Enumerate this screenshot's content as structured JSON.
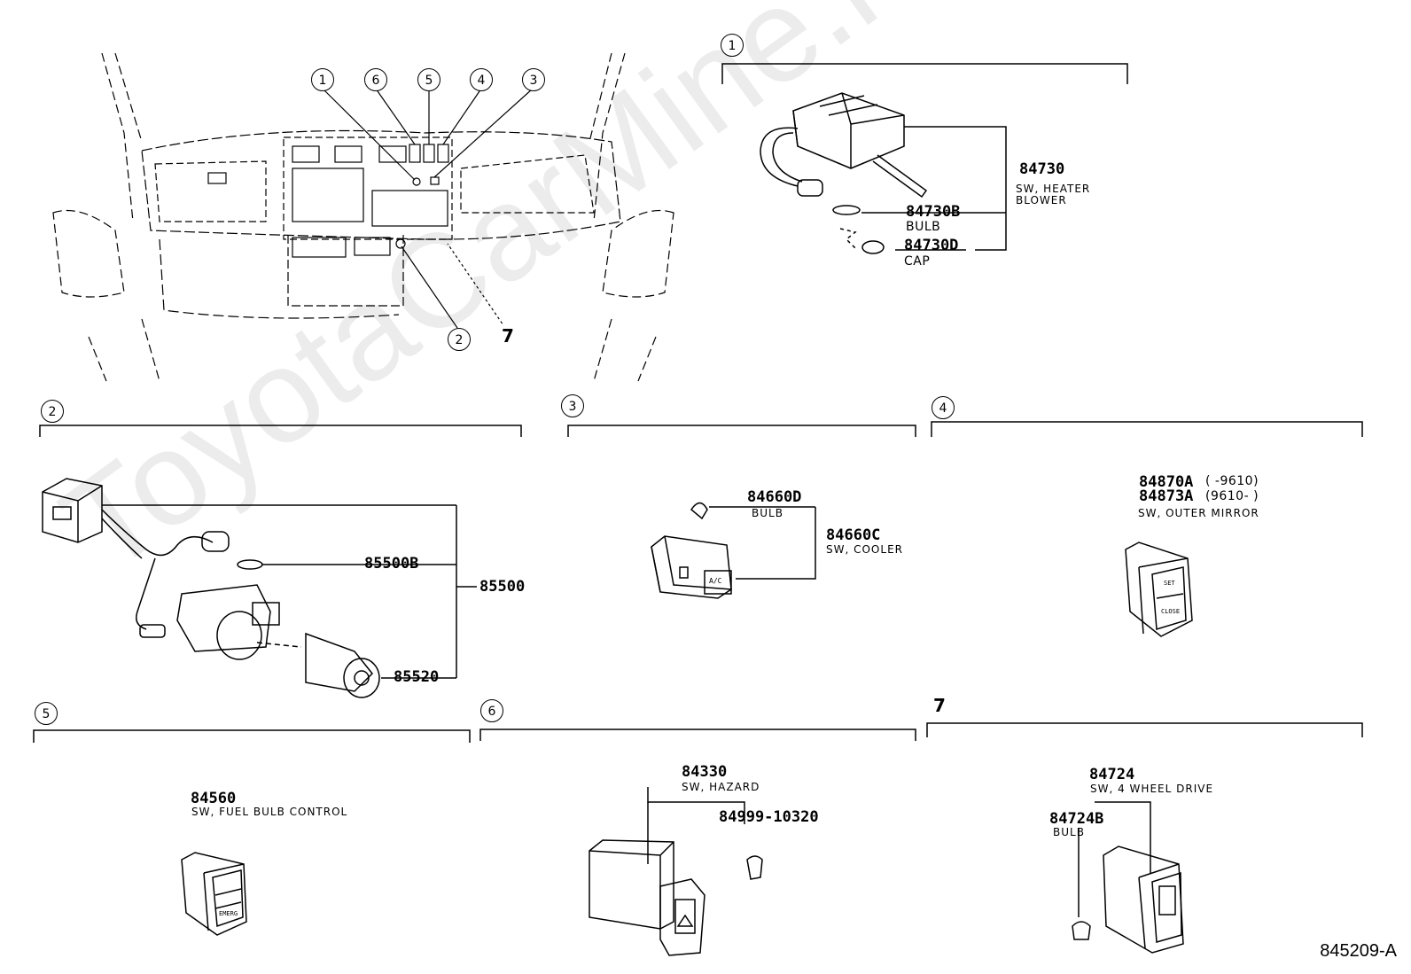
{
  "watermark": "ToyotaCarMine.ru",
  "diagram_code": "845209-A",
  "callouts": [
    "1",
    "6",
    "5",
    "4",
    "3",
    "2",
    "7"
  ],
  "sections": {
    "s1": {
      "label": "1",
      "parts": [
        {
          "pn": "84730",
          "desc": "SW, HEATER",
          "desc2": "BLOWER"
        },
        {
          "pn": "84730B",
          "desc": "BULB"
        },
        {
          "pn": "84730D",
          "desc": "CAP"
        }
      ]
    },
    "s2": {
      "label": "2",
      "parts": [
        {
          "pn": "85500B"
        },
        {
          "pn": "85500"
        },
        {
          "pn": "85520"
        }
      ]
    },
    "s3": {
      "label": "3",
      "parts": [
        {
          "pn": "84660D",
          "desc": "BULB"
        },
        {
          "pn": "84660C",
          "desc": "SW, COOLER"
        }
      ]
    },
    "s4": {
      "label": "4",
      "parts": [
        {
          "pn": "84870A",
          "range": "(      -9610)"
        },
        {
          "pn": "84873A",
          "range": "(9610-      )"
        },
        {
          "desc": "SW, OUTER MIRROR"
        }
      ]
    },
    "s5": {
      "label": "5",
      "parts": [
        {
          "pn": "84560",
          "desc": "SW, FUEL BULB CONTROL"
        }
      ]
    },
    "s6": {
      "label": "6",
      "parts": [
        {
          "pn": "84330",
          "desc": "SW, HAZARD"
        },
        {
          "pn": "84999-10320"
        }
      ]
    },
    "s7": {
      "label": "7",
      "parts": [
        {
          "pn": "84724",
          "desc": "SW, 4 WHEEL DRIVE"
        },
        {
          "pn": "84724B",
          "desc": "BULB"
        }
      ]
    }
  },
  "switch_text": {
    "cooler_face": "A/C",
    "mirror_top": "SET",
    "mirror_bottom": "CLOSE",
    "fuel_face": "EMERG"
  }
}
